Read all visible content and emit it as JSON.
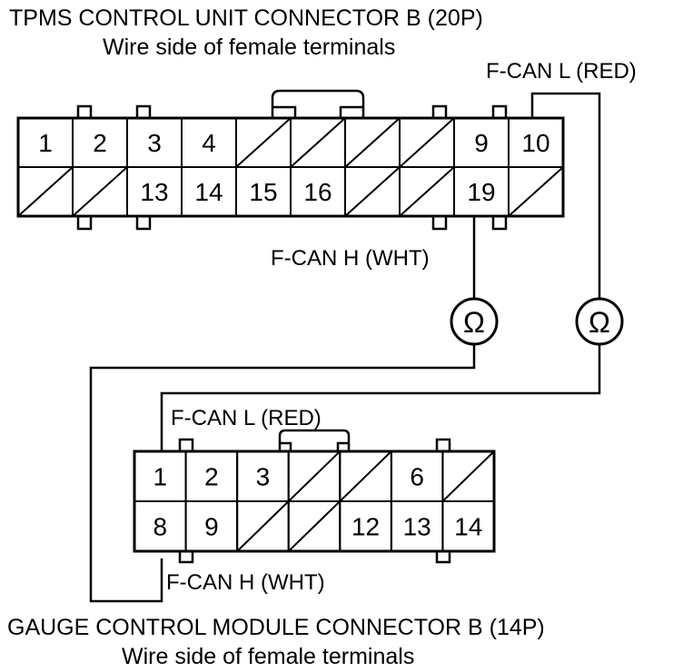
{
  "connector_b20": {
    "title": "TPMS CONTROL UNIT CONNECTOR B (20P)",
    "subtitle": "Wire side of female terminals",
    "row1": [
      "1",
      "2",
      "3",
      "4",
      "",
      "",
      "",
      "",
      "9",
      "10"
    ],
    "row2": [
      "",
      "",
      "13",
      "14",
      "15",
      "16",
      "",
      "",
      "19",
      ""
    ],
    "label_l": "F-CAN L (RED)",
    "label_h": "F-CAN H (WHT)"
  },
  "connector_b14": {
    "title": "GAUGE CONTROL MODULE CONNECTOR B (14P)",
    "subtitle": "Wire side of female terminals",
    "row1": [
      "1",
      "2",
      "3",
      "",
      "",
      "6",
      ""
    ],
    "row2": [
      "8",
      "9",
      "",
      "",
      "12",
      "13",
      "14"
    ],
    "label_l": "F-CAN L (RED)",
    "label_h": "F-CAN H (WHT)"
  },
  "meters": {
    "symbol": "Ω",
    "icon": "ohmmeter-icon"
  }
}
